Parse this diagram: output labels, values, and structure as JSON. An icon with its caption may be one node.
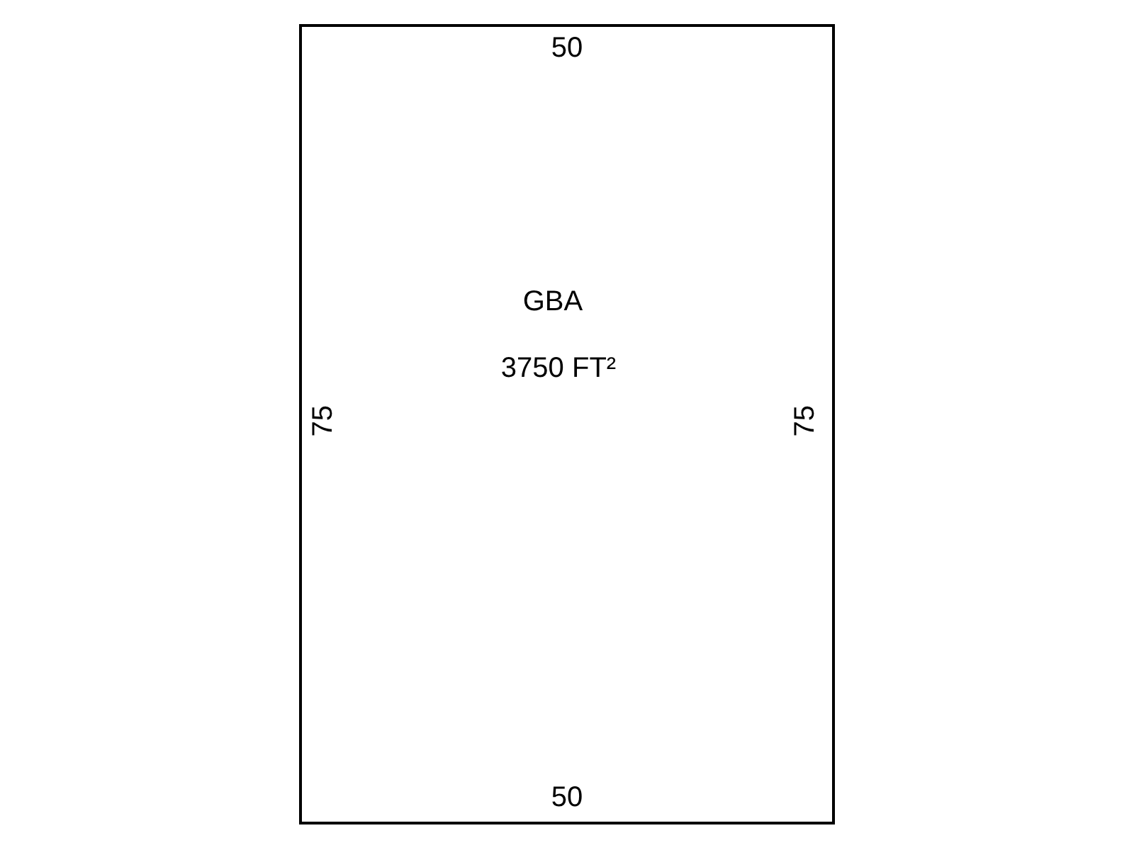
{
  "diagram": {
    "nodes": [
      {
        "text": [
          "GBA",
          "3750 FT²"
        ]
      }
    ],
    "labels": [
      "50",
      "75",
      "75",
      "50"
    ]
  }
}
